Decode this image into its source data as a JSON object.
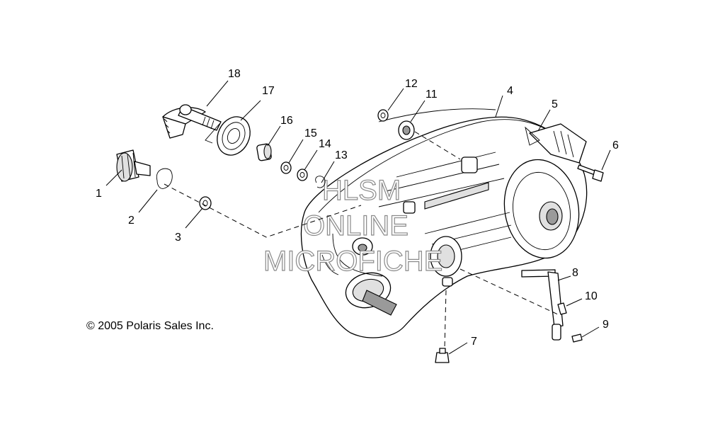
{
  "copyright": "© 2005 Polaris Sales Inc.",
  "watermark": [
    "HLSM",
    "ONLINE",
    "MICROFICHE"
  ],
  "callouts": {
    "c1": "1",
    "c2": "2",
    "c3": "3",
    "c4": "4",
    "c5": "5",
    "c6": "6",
    "c7": "7",
    "c8": "8",
    "c9": "9",
    "c10": "10",
    "c11": "11",
    "c12": "12",
    "c13": "13",
    "c14": "14",
    "c15": "15",
    "c16": "16",
    "c17": "17",
    "c18": "18"
  }
}
